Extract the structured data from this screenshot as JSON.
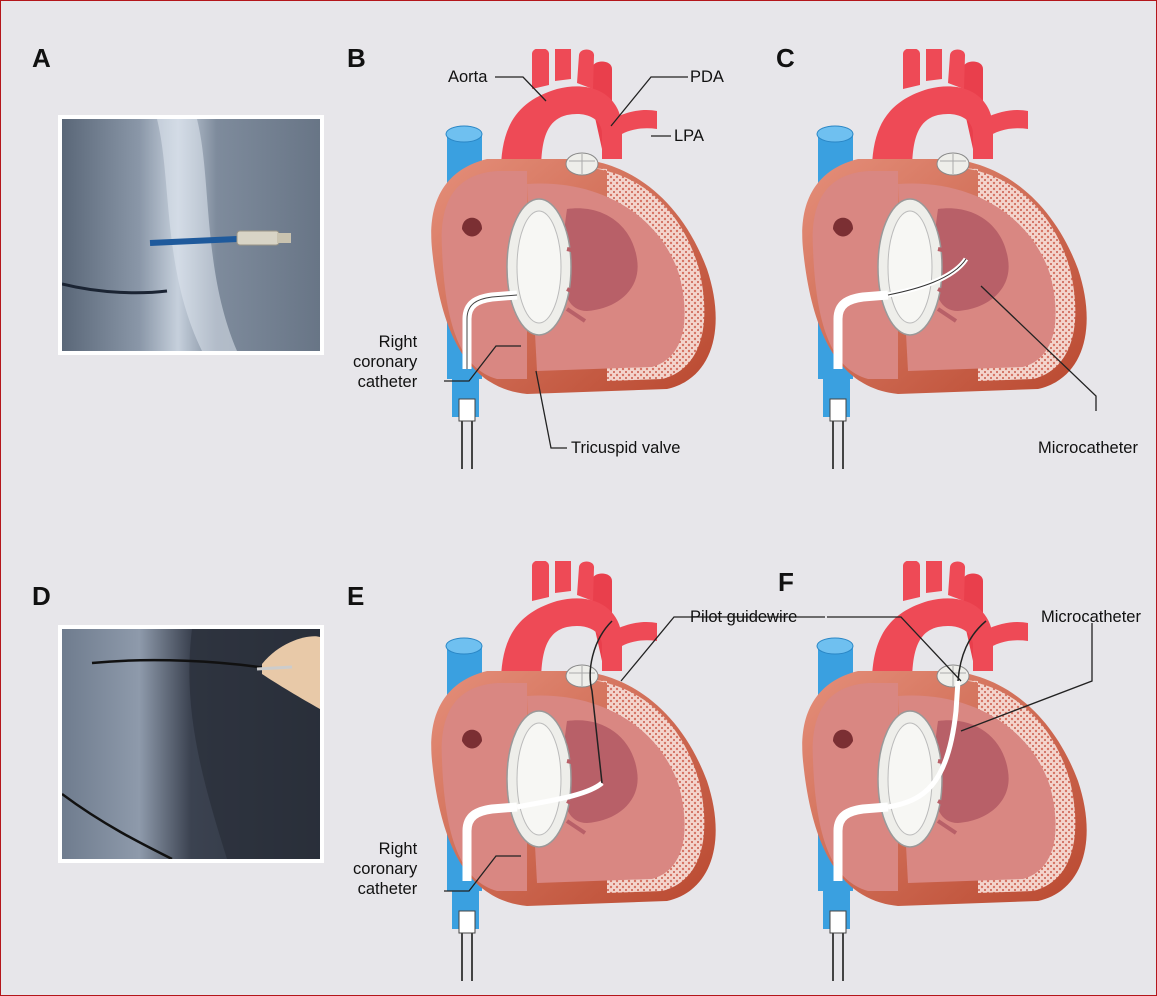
{
  "panels": {
    "a": "A",
    "b": "B",
    "c": "C",
    "d": "D",
    "e": "E",
    "f": "F"
  },
  "labels": {
    "aorta": "Aorta",
    "pda": "PDA",
    "lpa": "LPA",
    "right_coronary_catheter_b": "Right\ncoronary\ncatheter",
    "tricuspid_valve": "Tricuspid valve",
    "microcatheter_c": "Microcatheter",
    "pilot_guidewire": "Pilot guidewire",
    "microcatheter_f": "Microcatheter",
    "right_coronary_catheter_e": "Right\ncoronary\ncatheter"
  },
  "colors": {
    "border": "#b4161b",
    "background": "#e7e6ea",
    "aorta_red": "#ee4a56",
    "vena_cava_blue": "#3aa0e0",
    "ventricle_pink": "#d98782",
    "myocardium": "#c95a3e",
    "valve_white": "#eeeeea"
  }
}
